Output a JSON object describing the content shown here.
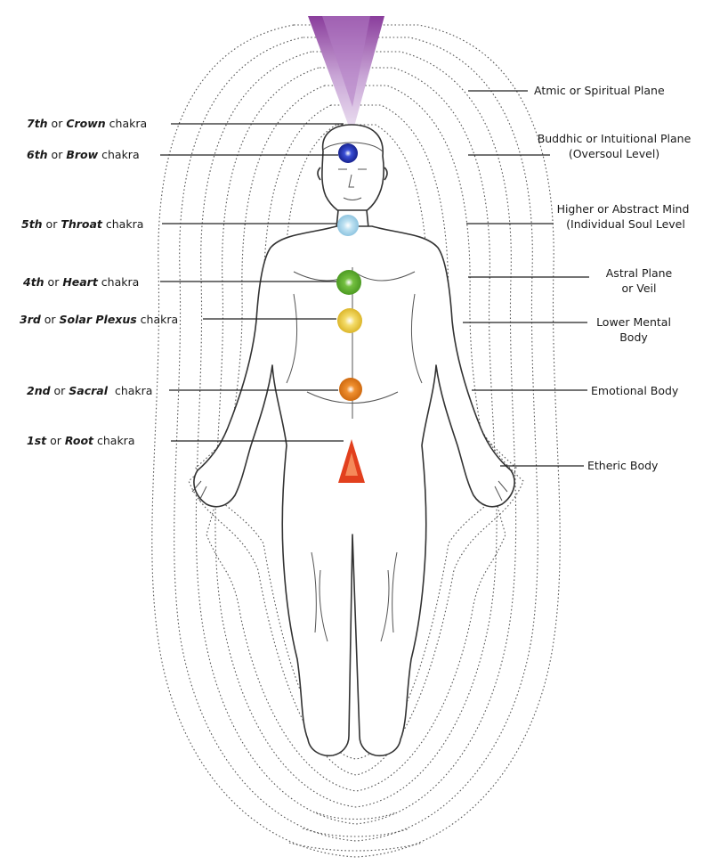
{
  "chakras": [
    {
      "ordinal": "7th",
      "connector": " or ",
      "name": "Crown",
      "suffix": " chakra",
      "color": "#9b4fa8"
    },
    {
      "ordinal": "6th",
      "connector": " or ",
      "name": "Brow",
      "suffix": " chakra",
      "color": "#1f2fa8"
    },
    {
      "ordinal": "5th",
      "connector": " or ",
      "name": "Throat",
      "suffix": " chakra",
      "color": "#9fd2ea"
    },
    {
      "ordinal": "4th",
      "connector": " or ",
      "name": "Heart",
      "suffix": " chakra",
      "color": "#5cab2e"
    },
    {
      "ordinal": "3rd",
      "connector": " or ",
      "name": "Solar Plexus",
      "suffix": " chakra",
      "color": "#e8c93a"
    },
    {
      "ordinal": "2nd",
      "connector": " or ",
      "name": "Sacral",
      "suffix": "  chakra",
      "color": "#e07a18"
    },
    {
      "ordinal": "1st",
      "connector": " or ",
      "name": "Root",
      "suffix": " chakra",
      "color": "#e2401e"
    }
  ],
  "planes": [
    {
      "lines": [
        "Atmic or Spiritual Plane"
      ]
    },
    {
      "lines": [
        "Buddhic or Intuitional Plane",
        "(Oversoul Level)"
      ]
    },
    {
      "lines": [
        "Higher or Abstract Mind",
        "(Individual Soul Level"
      ]
    },
    {
      "lines": [
        "Astral Plane",
        "or Veil"
      ]
    },
    {
      "lines": [
        "Lower Mental",
        "Body"
      ]
    },
    {
      "lines": [
        "Emotional Body"
      ]
    },
    {
      "lines": [
        "Etheric Body"
      ]
    }
  ]
}
